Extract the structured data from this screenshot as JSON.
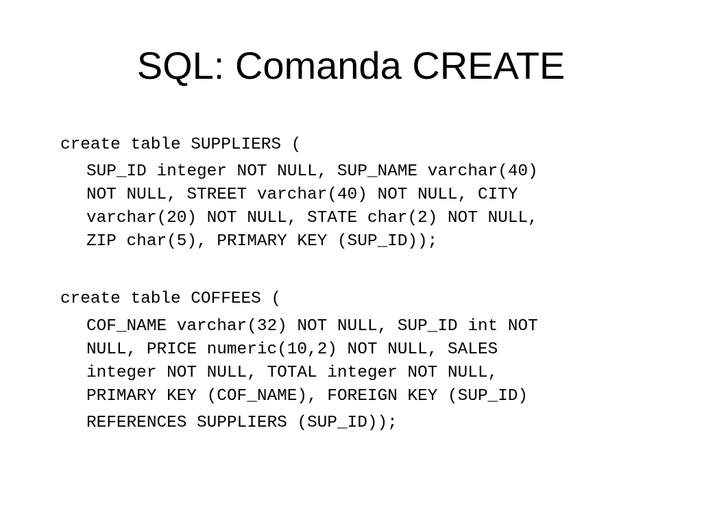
{
  "slide": {
    "title": "SQL: Comanda CREATE",
    "suppliers": {
      "header": "create table SUPPLIERS (",
      "body": "SUP_ID integer NOT NULL, SUP_NAME varchar(40)\nNOT NULL, STREET varchar(40) NOT NULL, CITY\nvarchar(20) NOT NULL, STATE char(2) NOT NULL,\nZIP char(5), PRIMARY KEY (SUP_ID));"
    },
    "coffees": {
      "header": "create table COFFEES (",
      "body": "COF_NAME varchar(32) NOT NULL, SUP_ID int NOT\nNULL, PRICE numeric(10,2) NOT NULL, SALES\ninteger NOT NULL, TOTAL integer NOT NULL,\nPRIMARY KEY (COF_NAME), FOREIGN KEY (SUP_ID)",
      "tail": "REFERENCES SUPPLIERS (SUP_ID));"
    }
  }
}
